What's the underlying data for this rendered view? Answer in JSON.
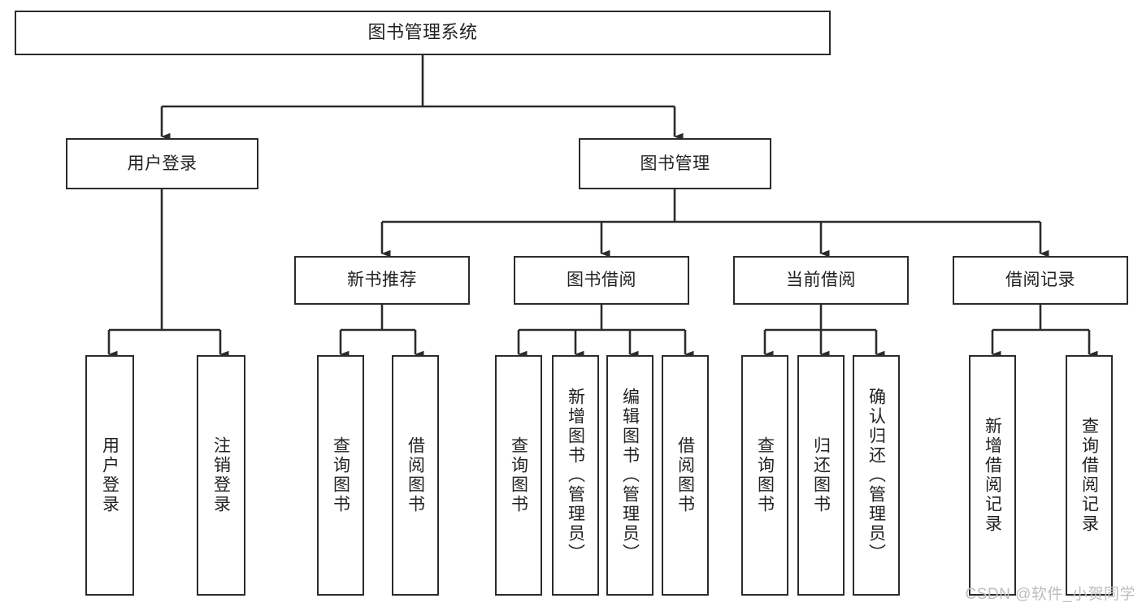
{
  "diagram": {
    "type": "tree-hierarchy-chart",
    "title": "图书管理系统",
    "root": {
      "id": "root",
      "label": "图书管理系统"
    },
    "level2": [
      {
        "id": "user-login",
        "label": "用户登录"
      },
      {
        "id": "book-management",
        "label": "图书管理"
      }
    ],
    "level3": [
      {
        "id": "new-book-recommend",
        "label": "新书推荐"
      },
      {
        "id": "book-borrow",
        "label": "图书借阅"
      },
      {
        "id": "current-borrow",
        "label": "当前借阅"
      },
      {
        "id": "borrow-record",
        "label": "借阅记录"
      }
    ],
    "leaves": [
      {
        "id": "leaf-user-login",
        "label": "用户登录",
        "parent": "user-login"
      },
      {
        "id": "leaf-logout-login",
        "label": "注销登录",
        "parent": "user-login"
      },
      {
        "id": "leaf-query-book-1",
        "label": "查询图书",
        "parent": "new-book-recommend"
      },
      {
        "id": "leaf-borrow-book-1",
        "label": "借阅图书",
        "parent": "new-book-recommend"
      },
      {
        "id": "leaf-query-book-2",
        "label": "查询图书",
        "parent": "book-borrow"
      },
      {
        "id": "leaf-add-book-admin",
        "label": "新增图书（管理员）",
        "parent": "book-borrow"
      },
      {
        "id": "leaf-edit-book-admin",
        "label": "编辑图书（管理员）",
        "parent": "book-borrow"
      },
      {
        "id": "leaf-borrow-book-2",
        "label": "借阅图书",
        "parent": "book-borrow"
      },
      {
        "id": "leaf-query-book-3",
        "label": "查询图书",
        "parent": "current-borrow"
      },
      {
        "id": "leaf-return-book",
        "label": "归还图书",
        "parent": "current-borrow"
      },
      {
        "id": "leaf-confirm-return-admin",
        "label": "确认归还（管理员）",
        "parent": "current-borrow"
      },
      {
        "id": "leaf-add-borrow-record",
        "label": "新增借阅记录",
        "parent": "borrow-record"
      },
      {
        "id": "leaf-query-borrow-record",
        "label": "查询借阅记录",
        "parent": "borrow-record"
      }
    ],
    "colors": {
      "stroke": "#2b2b2b",
      "fill": "#ffffff",
      "text": "#222222",
      "watermark": "#bdbdbd"
    }
  },
  "watermark": {
    "text": "CSDN @软件_小贺同学"
  }
}
